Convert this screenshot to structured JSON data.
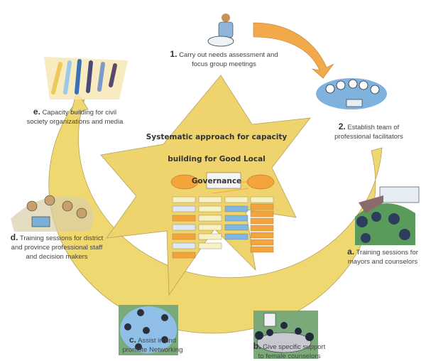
{
  "title": {
    "line1": "Systematic approach for capacity",
    "line2": "building for Good Local Governance"
  },
  "steps": [
    {
      "marker": "1.",
      "line1": "Carry out needs assessment and",
      "line2": "focus group meetings",
      "illustration": "surveyor-with-magnifier"
    },
    {
      "marker": "2.",
      "line1": "Establish team of",
      "line2": "professional facilitators",
      "illustration": "team-of-facilitators"
    }
  ],
  "cycle": [
    {
      "marker": "a.",
      "line1": "Training sessions for",
      "line2": "mayors and counselors",
      "line3": "",
      "illustration": "presenter-and-audience"
    },
    {
      "marker": "b.",
      "line1": "Give specific support",
      "line2": "to female counselors",
      "line3": "",
      "illustration": "meeting-around-table"
    },
    {
      "marker": "c.",
      "line1": "Assist in and",
      "line2": "promote Networking",
      "line3": "",
      "illustration": "networking-people"
    },
    {
      "marker": "d.",
      "line1": "Training sessions for district",
      "line2": "and province professional staff",
      "line3": "and decision makers",
      "illustration": "group-at-laptop"
    },
    {
      "marker": "e.",
      "line1": "Capacity building for civil",
      "line2": "society organizations and media",
      "line3": "",
      "illustration": "crowd-of-people"
    }
  ],
  "colors": {
    "ring": "#f0d870",
    "star": "#efd36d",
    "arrow": "#f2a94a",
    "orange_box": "#f4a43a",
    "blue_box": "#7db7e4",
    "cream_box": "#f7f2c4",
    "outline": "#b5a060"
  }
}
